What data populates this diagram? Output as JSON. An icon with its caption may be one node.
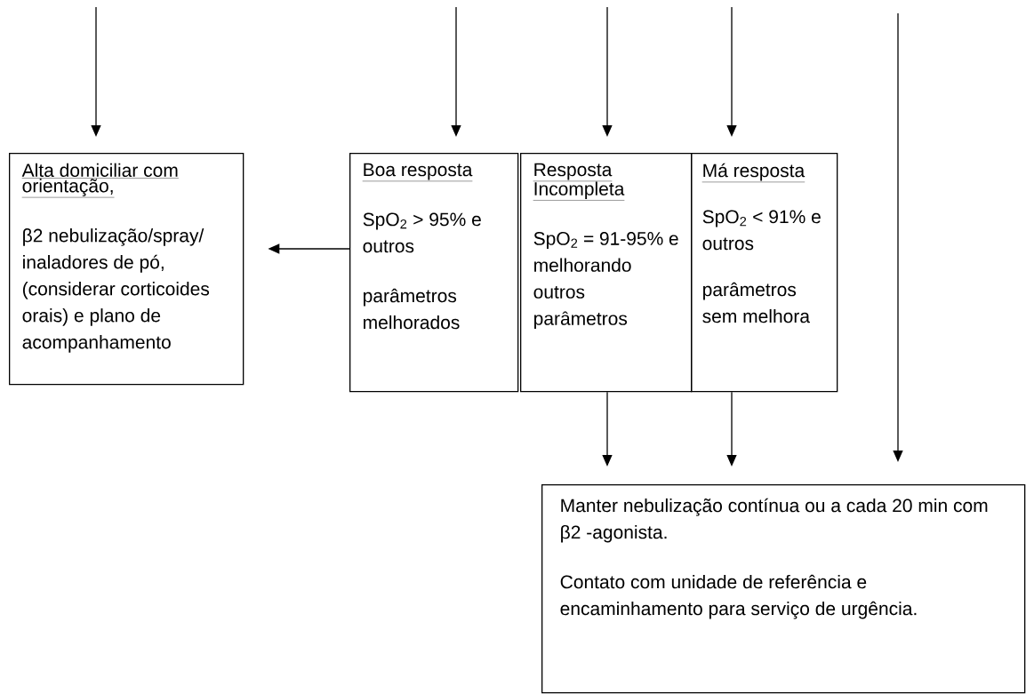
{
  "diagram": {
    "nodes": [
      {
        "text": [
          "Alta domiciliar com orientação,",
          "β2 nebulização/spray/ inaladores de pó, (considerar corticoides orais) e plano de acompanhamento"
        ]
      },
      {
        "text": [
          "Boa resposta",
          "SpO$_{2}$ > 95% e outros",
          "parâmetros melhorados"
        ]
      },
      {
        "text": [
          "Resposta Incompleta",
          "SpO$_{2}$ = 91-95% e melhorando outros parâmetros"
        ]
      },
      {
        "text": [
          "Má resposta",
          "SpO$_{2}$ < 91% e outros",
          "parâmetros sem melhora"
        ]
      },
      {
        "text": [
          "Manter nebulização contínua ou a cada 20 min com β2 -agonista.",
          "Contato com unidade de referência e encaminhamento para serviço de urgência."
        ]
      }
    ],
    "edges": [
      {
        "from": null,
        "to": 0,
        "arrow": "to"
      },
      {
        "from": null,
        "to": 1,
        "arrow": "to"
      },
      {
        "from": null,
        "to": 2,
        "arrow": "to"
      },
      {
        "from": null,
        "to": 3,
        "arrow": "to"
      },
      {
        "from": null,
        "to": 4,
        "arrow": "to"
      },
      {
        "from": 1,
        "to": 0,
        "arrow": "to"
      },
      {
        "from": 2,
        "to": 4,
        "arrow": "to"
      },
      {
        "from": 3,
        "to": 4,
        "arrow": "to"
      }
    ]
  }
}
